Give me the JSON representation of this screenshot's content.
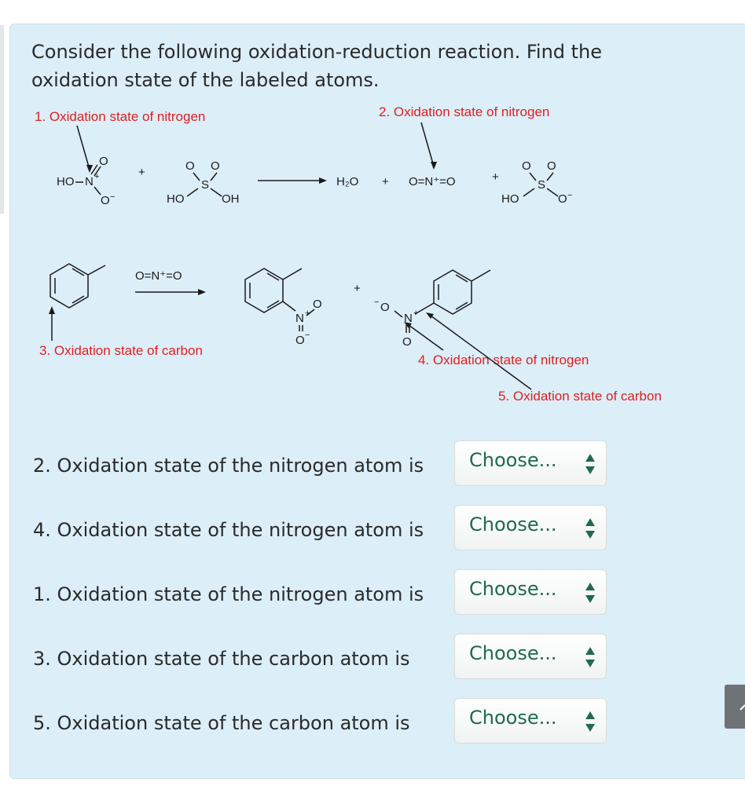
{
  "question": "Consider the following oxidation-reduction reaction. Find the oxidation state of the labeled atoms.",
  "scheme": {
    "labels": {
      "l1": "1. Oxidation state of nitrogen",
      "l2": "2. Oxidation state of nitrogen",
      "l3": "3. Oxidation state of carbon",
      "l4": "4. Oxidation state of nitrogen",
      "l5": "5. Oxidation state of carbon"
    },
    "reagent": "O=N⁺=O",
    "water": "H₂O",
    "nitronium": "O=N⁺=O",
    "plus": "+"
  },
  "rows": [
    {
      "label": "2. Oxidation state of the nitrogen atom is",
      "selected": "Choose..."
    },
    {
      "label": "4. Oxidation state of the nitrogen atom is",
      "selected": "Choose..."
    },
    {
      "label": "1. Oxidation state of the nitrogen atom is",
      "selected": "Choose..."
    },
    {
      "label": "3. Oxidation state of the carbon atom is",
      "selected": "Choose..."
    },
    {
      "label": "5. Oxidation state of the carbon atom is",
      "selected": "Choose..."
    }
  ],
  "icons": {
    "select_arrows": "up-down-arrows-icon",
    "scroll_top": "chevron-up-icon"
  },
  "colors": {
    "card_bg": "#dceef8",
    "label_red": "#e02020",
    "select_text": "#1f6a50"
  }
}
